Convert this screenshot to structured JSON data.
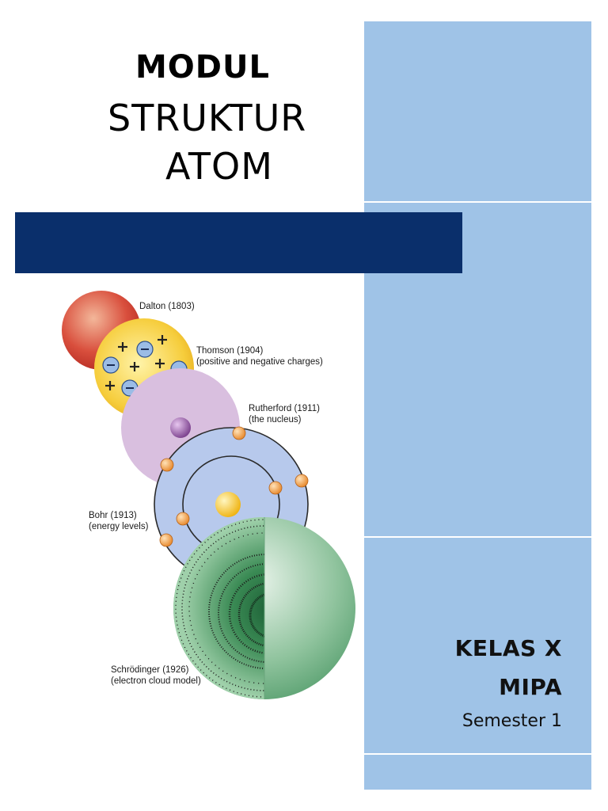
{
  "cover": {
    "modul": "MODUL",
    "title_line1": "STRUKTUR",
    "title_line2": "ATOM",
    "kelas": "KELAS X",
    "jurusan": "MIPA",
    "semester": "Semester 1"
  },
  "diagram": {
    "dalton": "Dalton (1803)",
    "thomson": "Thomson (1904)",
    "thomson_desc": "(positive and negative charges)",
    "rutherford": "Rutherford (1911)",
    "rutherford_desc": "(the nucleus)",
    "bohr": "Bohr (1913)",
    "bohr_desc": "(energy levels)",
    "schrodinger": "Schrödinger (1926)",
    "schrodinger_desc": "(electron cloud model)"
  },
  "colors": {
    "panel_blue": "#9fc3e7",
    "navy": "#0a2f6b"
  }
}
